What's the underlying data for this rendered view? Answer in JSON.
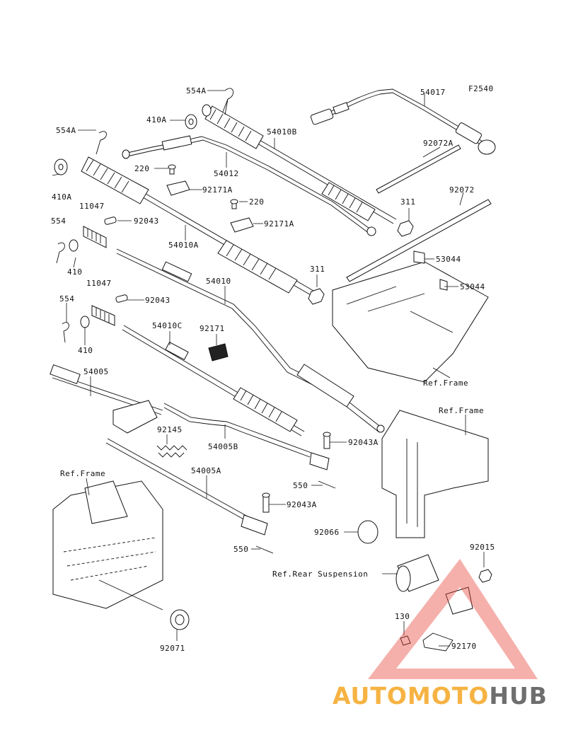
{
  "figure_code": "F2540",
  "labels": {
    "l554A_top": "554A",
    "l410A_top": "410A",
    "l554A_left": "554A",
    "l410A_left": "410A",
    "l54017": "54017",
    "l54010B": "54010B",
    "l92072A": "92072A",
    "l220_a": "220",
    "l92171A_a": "92171A",
    "l54012": "54012",
    "l92072": "92072",
    "l11047_a": "11047",
    "l220_b": "220",
    "l311_a": "311",
    "l554_a": "554",
    "l92043_a": "92043",
    "l92171A_b": "92171A",
    "l54010A": "54010A",
    "l53044_a": "53044",
    "l410_a": "410",
    "l311_b": "311",
    "l53044_b": "53044",
    "l54010": "54010",
    "l11047_b": "11047",
    "l92043_b": "92043",
    "l554_b": "554",
    "l54010C": "54010C",
    "l92171": "92171",
    "l410_b": "410",
    "l54005": "54005",
    "ref_frame_a": "Ref.Frame",
    "ref_frame_b": "Ref.Frame",
    "l92145": "92145",
    "l54005B": "54005B",
    "l92043A_a": "92043A",
    "ref_frame_c": "Ref.Frame",
    "l54005A": "54005A",
    "l550_a": "550",
    "l92043A_b": "92043A",
    "l92066": "92066",
    "l550_b": "550",
    "l92015": "92015",
    "ref_rear_susp": "Ref.Rear Suspension",
    "l130": "130",
    "l92170": "92170",
    "l92071": "92071"
  },
  "watermark": {
    "part1": "AUTOMOTO",
    "part2": "HUB",
    "color_primary": "#f5a623",
    "color_secondary": "#555555",
    "triangle_color": "#e8453c"
  }
}
